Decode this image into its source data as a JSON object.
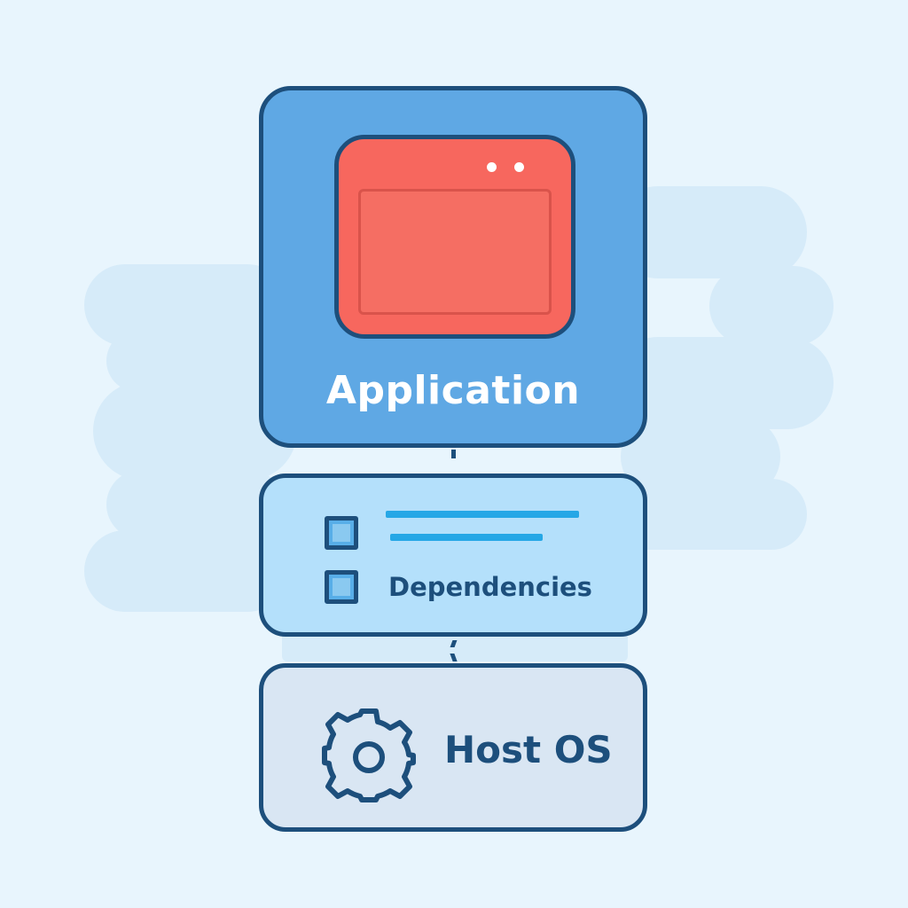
{
  "colors": {
    "background": "#e8f5fd",
    "outline": "#1d4f7c",
    "application_layer": "#5fa8e4",
    "app_window": "#f7675e",
    "dependencies_layer": "#b4e0fb",
    "host_os_layer": "#d9e6f3",
    "accent_line": "#25a7e6"
  },
  "layers": {
    "application": {
      "label": "Application",
      "icon": "app-window-icon"
    },
    "dependencies": {
      "label": "Dependencies",
      "icon": "checklist-icon"
    },
    "host_os": {
      "label": "Host OS",
      "icon": "gear-icon"
    }
  }
}
